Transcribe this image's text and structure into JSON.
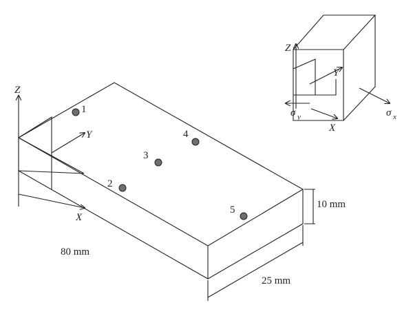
{
  "block": {
    "axes": {
      "z": "Z",
      "y": "Y",
      "x": "X"
    },
    "points": [
      "1",
      "2",
      "3",
      "4",
      "5"
    ],
    "dimensions": {
      "length": "80 mm",
      "width": "25 mm",
      "height": "10 mm"
    }
  },
  "stress_element": {
    "axes": {
      "z": "Z",
      "y": "Y",
      "x": "X"
    },
    "sigma_symbol": "σ",
    "sigma_y_sub": "y",
    "sigma_x_sub": "x"
  }
}
